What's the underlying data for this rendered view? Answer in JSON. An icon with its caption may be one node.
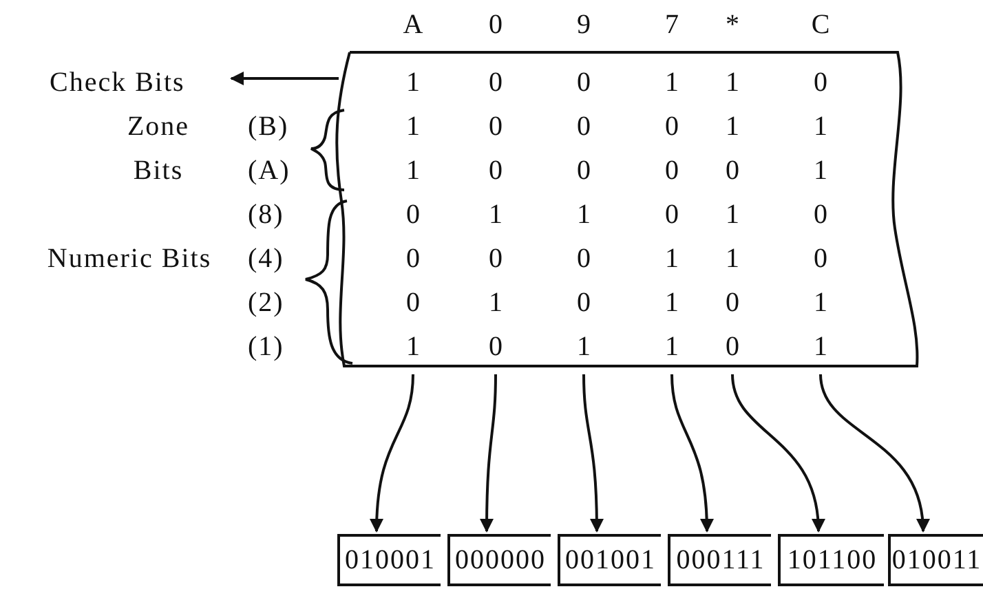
{
  "diagram": {
    "nodes": [
      {
        "text": [
          "Check Bits"
        ]
      },
      {
        "text": [],
        "shape": "box"
      },
      {
        "text": [
          "1",
          "1",
          "1",
          "0",
          "0",
          "0",
          "1"
        ],
        "in": 1,
        "beside": [
          "A"
        ]
      },
      {
        "text": [
          "0",
          "0",
          "0",
          "1",
          "0",
          "1",
          "0"
        ],
        "in": 1,
        "beside": [
          "0"
        ]
      },
      {
        "text": [
          "0",
          "0",
          "0",
          "1",
          "0",
          "0",
          "1"
        ],
        "in": 1,
        "beside": [
          "9"
        ]
      },
      {
        "text": [
          "1",
          "0",
          "0",
          "0",
          "1",
          "1",
          "1"
        ],
        "in": 1,
        "beside": [
          "7"
        ]
      },
      {
        "text": [
          "1",
          "1",
          "0",
          "1",
          "1",
          "0",
          "0"
        ],
        "in": 1,
        "beside": [
          "*"
        ]
      },
      {
        "text": [
          "0",
          "1",
          "1",
          "0",
          "0",
          "1",
          "1"
        ],
        "in": 1,
        "beside": [
          "C"
        ]
      },
      {
        "text": [
          "010001"
        ]
      },
      {
        "text": [
          "000000"
        ]
      },
      {
        "text": [
          "001001"
        ]
      },
      {
        "text": [
          "000111"
        ]
      },
      {
        "text": [
          "101100"
        ]
      },
      {
        "text": [
          "010011"
        ]
      }
    ],
    "edges": [
      {
        "from": 1,
        "to": 0,
        "arrow": "to"
      },
      {
        "from": 2,
        "to": 8,
        "arrow": "to"
      },
      {
        "from": 3,
        "to": 9,
        "arrow": "to"
      },
      {
        "from": 4,
        "to": 10,
        "arrow": "to"
      },
      {
        "from": 5,
        "to": 11,
        "arrow": "to"
      },
      {
        "from": 6,
        "to": 12,
        "arrow": "to"
      },
      {
        "from": 7,
        "to": 13,
        "arrow": "to"
      }
    ],
    "labels": [
      "Zone Bits",
      "(B)",
      "(A)",
      "(8)",
      "Numeric Bits",
      "(4)",
      "(2)",
      "(1)"
    ]
  }
}
